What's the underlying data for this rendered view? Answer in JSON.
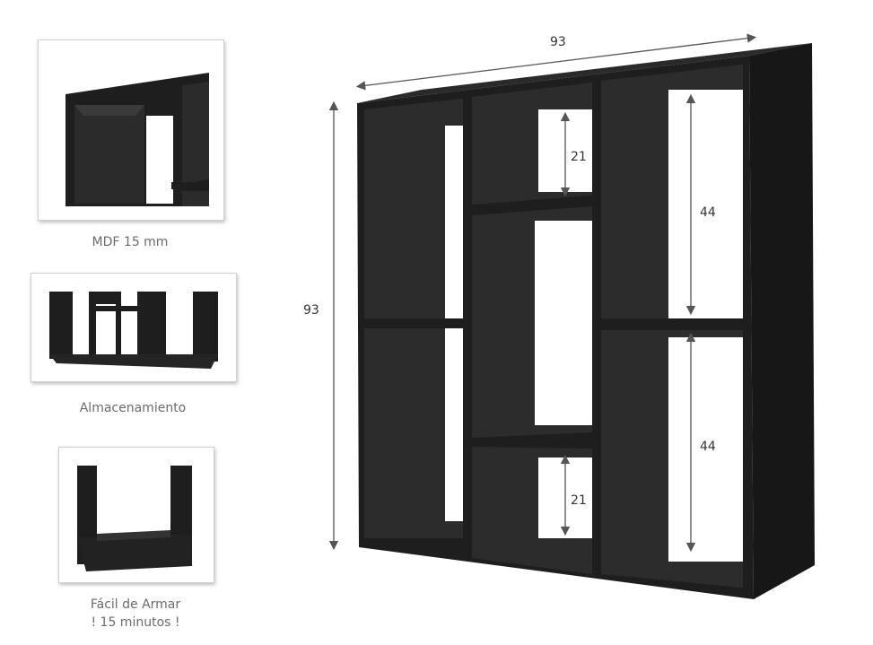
{
  "features": [
    {
      "caption": "MDF 15 mm"
    },
    {
      "caption": "Almacenamiento"
    },
    {
      "caption": "Fácil de Armar",
      "caption2": "! 15 minutos !"
    }
  ],
  "dimensions": {
    "width": "93",
    "height": "93",
    "small_top": "21",
    "large_top": "44",
    "large_bottom": "44",
    "small_bottom": "21"
  },
  "colors": {
    "shelf": "#1e1e1e",
    "caption": "#6b6b6b"
  }
}
